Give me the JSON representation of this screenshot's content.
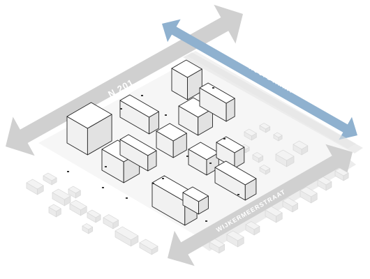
{
  "labels": {
    "n201": "N 201",
    "hoofdvaart": "HOOFDVAART",
    "wijkermeerstraat": "WIJKERMEERSTRAAT"
  },
  "colors": {
    "road_arrow": "#d0d0d0",
    "road_band": "#ececec",
    "waterway": "#8fb1cf",
    "waterway_label": "#ffffff",
    "road_label": "#ffffff",
    "building_top": "#ffffff",
    "building_left": "#f1f1f1",
    "building_right": "#e2e2e2",
    "building_stroke": "#222222",
    "context_fill": "#f3f3f3",
    "context_stroke": "#d6d6d6",
    "site_ground": "#f6f6f6"
  }
}
